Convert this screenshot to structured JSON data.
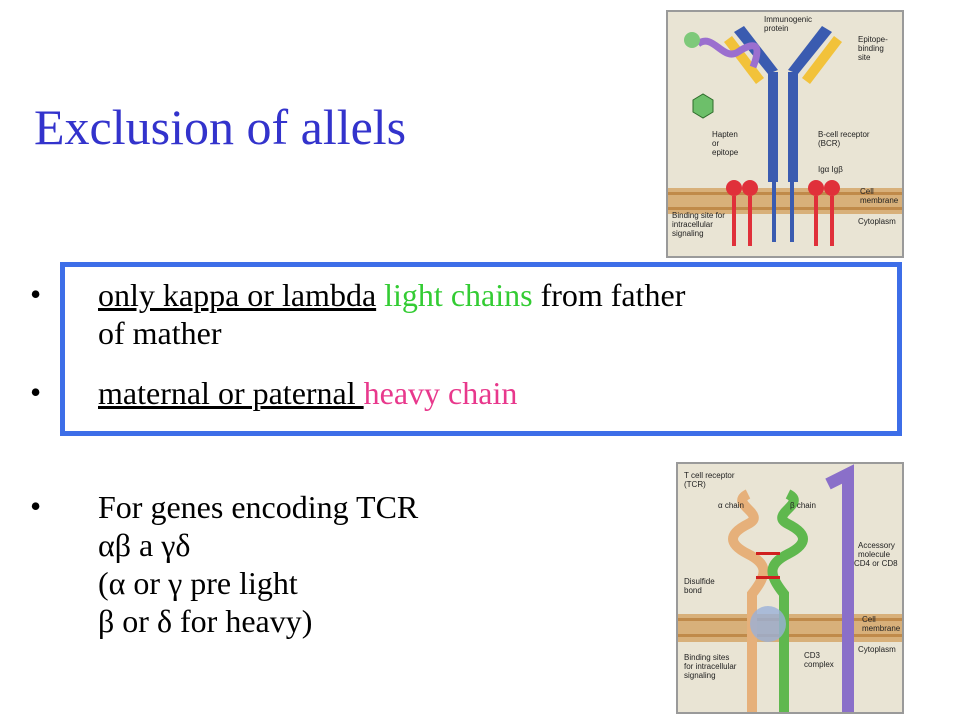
{
  "title": "Exclusion of allels",
  "bullets": {
    "b1_part1": "only  kappa or lambda",
    "b1_part2": "light chains",
    "b1_part3": "from father",
    "b1_line2": "of mather",
    "b2_part1": "maternal or paternal ",
    "b2_part2": "heavy chain",
    "b3_line1": "For genes encoding TCR",
    "b3_line2": "αβ a γδ",
    "b3_line3": "(α or γ pre light",
    "b3_line4": "β or δ for heavy)"
  },
  "bcr_figure": {
    "immunogenic": [
      "Immunogenic",
      "protein"
    ],
    "epitope_site": [
      "Epitope-",
      "binding",
      "site"
    ],
    "hapten": [
      "Hapten",
      "or",
      "epitope"
    ],
    "bcr": [
      "B-cell receptor",
      "(BCR)"
    ],
    "igab": "Igα  Igβ",
    "membrane": [
      "Cell",
      "membrane"
    ],
    "cytoplasm": "Cytoplasm",
    "binding": [
      "Binding site for",
      "intracellular",
      "signaling"
    ]
  },
  "tcr_figure": {
    "tcr": [
      "T cell receptor",
      "(TCR)"
    ],
    "alpha": "α chain",
    "beta": "β chain",
    "accessory": [
      "Accessory",
      "molecule",
      "CD4 or CD8"
    ],
    "disulfide": [
      "Disulfide",
      "bond"
    ],
    "membrane": [
      "Cell",
      "membrane"
    ],
    "binding": [
      "Binding sites",
      "for intracellular",
      "signaling"
    ],
    "cd3": [
      "CD3",
      "complex"
    ],
    "cytoplasm": "Cytoplasm"
  },
  "colors": {
    "title": "#3333cc",
    "box": "#3d6ee8",
    "green": "#33cc33",
    "pink": "#e8388c"
  }
}
